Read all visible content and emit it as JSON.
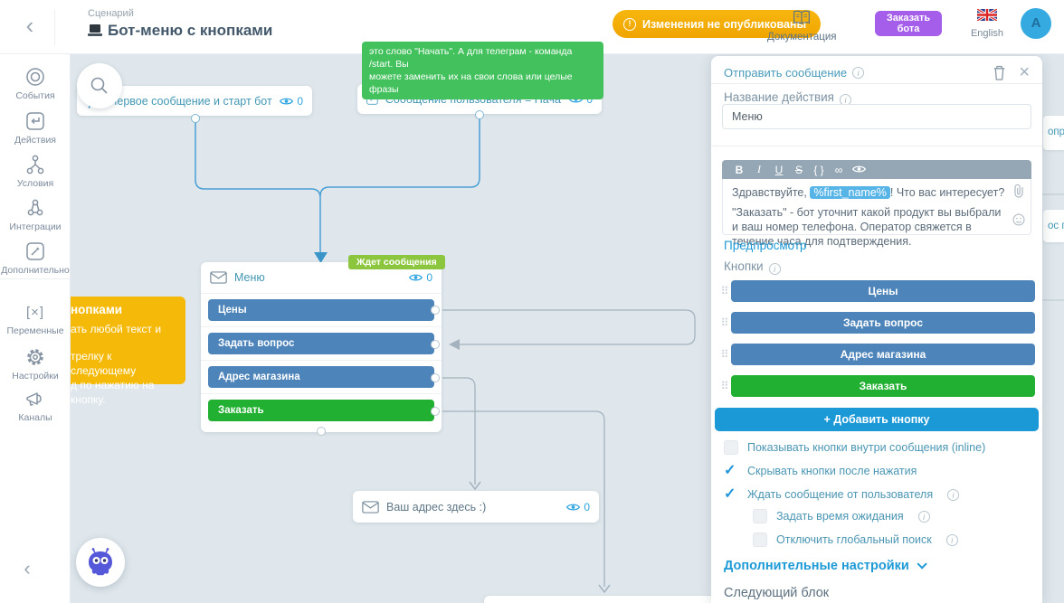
{
  "header": {
    "breadcrumb": "Сценарий",
    "title": "Бот-меню с кнопками",
    "status_badge": "Изменения не опубликованы",
    "docs": "Документация",
    "order_button": "Заказать бота",
    "language": "English",
    "avatar": "A"
  },
  "sidebar": {
    "items": [
      {
        "label": "События"
      },
      {
        "label": "Действия"
      },
      {
        "label": "Условия"
      },
      {
        "label": "Интеграции"
      },
      {
        "label": "Дополнительно"
      },
      {
        "label": "Переменные"
      },
      {
        "label": "Настройки"
      },
      {
        "label": "Каналы"
      }
    ],
    "variables_glyph": "[×]"
  },
  "canvas": {
    "green_tooltip": {
      "line1": "это слово \"Начать\". А для телеграм - команда /start. Вы",
      "line2": "можете заменить их на свои слова или целые фразы"
    },
    "start_node": {
      "title": "Первое сообщение и старт бота",
      "views": "0"
    },
    "condition_node": {
      "title": "Сообщение пользователя = Начать ИЛИ С...",
      "views": "0"
    },
    "menu_node": {
      "title": "Меню",
      "views": "0",
      "badge": "Ждет сообщения",
      "buttons": [
        {
          "label": "Цены"
        },
        {
          "label": "Задать вопрос"
        },
        {
          "label": "Адрес магазина"
        },
        {
          "label": "Заказать"
        }
      ]
    },
    "yellow_tooltip": {
      "line1": "нопками",
      "line2": "ать любой текст и",
      "line3": "трелку к следующему",
      "line4": "д по нажатию на кнопку."
    },
    "address_node": {
      "title": "Ваш адрес здесь :)",
      "views": "0"
    },
    "right_fragments": {
      "frag1": "опр",
      "frag2": "ос п"
    }
  },
  "panel": {
    "title": "Отправить сообщение",
    "name_label": "Название действия",
    "name_value": "Меню",
    "toolbar": [
      "B",
      "I",
      "U",
      "S",
      "{ }",
      "∞"
    ],
    "message": {
      "greeting_before": "Здравствуйте, ",
      "variable": "%first_name%",
      "greeting_after": "! Что вас интересует?",
      "body": "\"Заказать\" - бот уточнит какой продукт вы выбрали и ваш номер телефона. Оператор свяжется в течение часа для подтверждения."
    },
    "preview": "Предпросмотр",
    "buttons_label": "Кнопки",
    "buttons": [
      {
        "label": "Цены"
      },
      {
        "label": "Задать вопрос"
      },
      {
        "label": "Адрес магазина"
      },
      {
        "label": "Заказать"
      }
    ],
    "add_button": "+ Добавить кнопку",
    "checkboxes": [
      {
        "label": "Показывать кнопки внутри сообщения (inline)",
        "checked": false
      },
      {
        "label": "Скрывать кнопки после нажатия",
        "checked": true
      },
      {
        "label": "Ждать сообщение от пользователя",
        "checked": true
      },
      {
        "label": "Задать время ожидания",
        "checked": false
      },
      {
        "label": "Отключить глобальный поиск",
        "checked": false
      }
    ],
    "advanced": "Дополнительные настройки",
    "next_block": "Следующий блок"
  },
  "colors": {
    "accent_blue": "#1e9ad6",
    "node_title_teal": "#4398b4",
    "button_blue": "#4d84ba",
    "button_green": "#21b032",
    "badge_green": "#8cc63e",
    "tooltip_green": "#42c15c",
    "tooltip_yellow": "#f5b90a",
    "status_orange": "#f2a70a",
    "purple": "#a55eea",
    "canvas_bg": "#dfe7ec"
  }
}
